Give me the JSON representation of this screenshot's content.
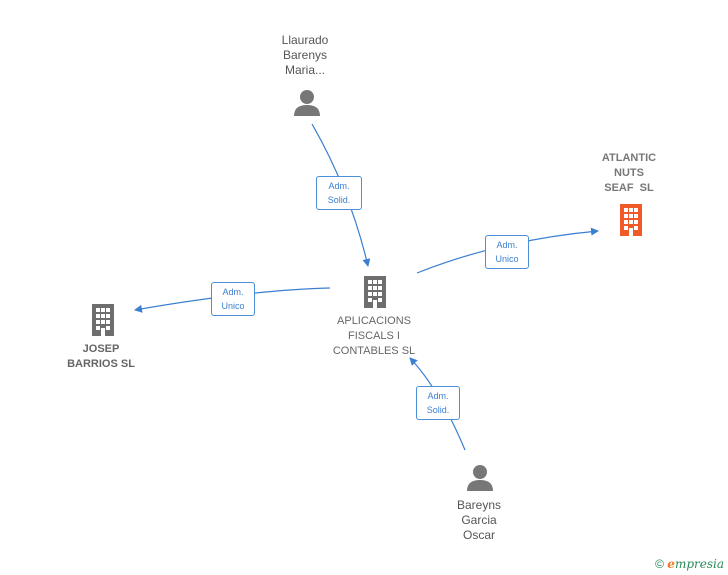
{
  "nodes": {
    "llaurado": {
      "label_lines": [
        "Llaurado",
        "Barenys",
        "Maria..."
      ]
    },
    "bareyns": {
      "label_lines": [
        "Bareyns",
        "Garcia",
        "Oscar"
      ]
    },
    "aplicaciones": {
      "label_lines": [
        "APLICACIONS",
        "FISCALS I",
        "CONTABLES SL"
      ]
    },
    "josep": {
      "label_lines": [
        "JOSEP",
        "BARRIOS SL"
      ]
    },
    "atlantic": {
      "label_lines": [
        "ATLANTIC",
        "NUTS",
        "SEAF  SL"
      ]
    }
  },
  "edges": {
    "llaurado_to_aplic": {
      "line1": "Adm.",
      "line2": "Solid."
    },
    "bareyns_to_aplic": {
      "line1": "Adm.",
      "line2": "Solid."
    },
    "aplic_to_josep": {
      "line1": "Adm.",
      "line2": "Unico"
    },
    "aplic_to_atlantic": {
      "line1": "Adm.",
      "line2": "Unico"
    }
  },
  "colors": {
    "edge": "#3b7fd0",
    "person_icon": "#777777",
    "company_icon": "#6e6e6e",
    "focus_icon": "#f05a28"
  },
  "watermark": {
    "copyright": "©",
    "brand_first": "e",
    "brand_rest": "mpresia"
  }
}
